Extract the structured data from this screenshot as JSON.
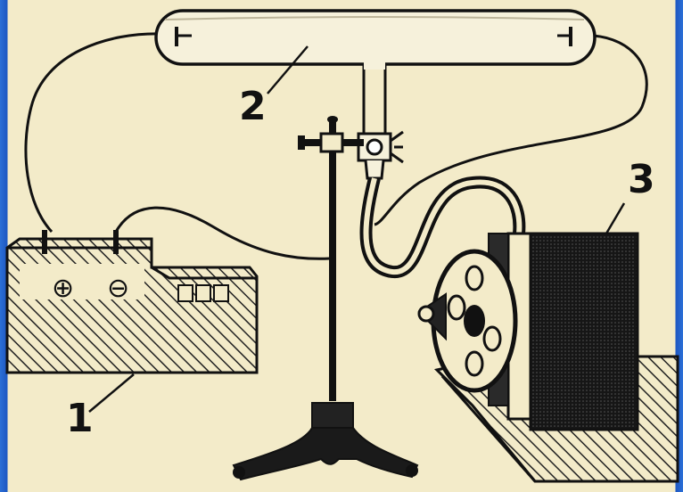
{
  "labels": {
    "battery": "1",
    "tube": "2",
    "pump": "3"
  },
  "battery_terminals": {
    "positive": "⊕",
    "negative": "⊖"
  },
  "colors": {
    "paper": "#f3ebc9",
    "ink": "#111111",
    "frame": "#1e58c2"
  }
}
